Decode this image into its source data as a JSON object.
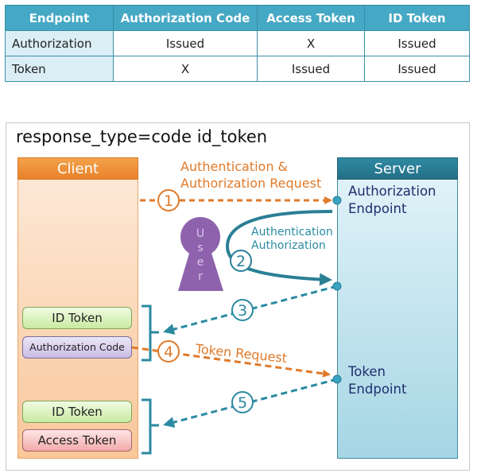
{
  "table": {
    "headers": [
      "Endpoint",
      "Authorization Code",
      "Access Token",
      "ID Token"
    ],
    "rows": [
      [
        "Authorization",
        "Issued",
        "X",
        "Issued"
      ],
      [
        "Token",
        "X",
        "Issued",
        "Issued"
      ]
    ]
  },
  "diagram": {
    "title": "response_type=code id_token",
    "client": {
      "label": "Client"
    },
    "server": {
      "label": "Server",
      "authorization_endpoint": [
        "Authorization",
        "Endpoint"
      ],
      "token_endpoint": [
        "Token",
        "Endpoint"
      ]
    },
    "user": {
      "letters": [
        "U",
        "s",
        "e",
        "r"
      ]
    },
    "steps": {
      "1": {
        "number": "1",
        "label": [
          "Authentication &",
          "Authorization Request"
        ]
      },
      "2": {
        "number": "2",
        "label": [
          "Authentication",
          "Authorization"
        ]
      },
      "3": {
        "number": "3"
      },
      "4": {
        "number": "4",
        "label": "Token Request"
      },
      "5": {
        "number": "5"
      }
    },
    "client_tokens_step3": [
      "ID Token",
      "Authorization Code"
    ],
    "client_tokens_step5": [
      "ID Token",
      "Access Token"
    ]
  },
  "colors": {
    "orange": "#e07a2a",
    "teal": "#2b8aa1",
    "purple": "#8e62ad",
    "table_header": "#45a8c4"
  }
}
